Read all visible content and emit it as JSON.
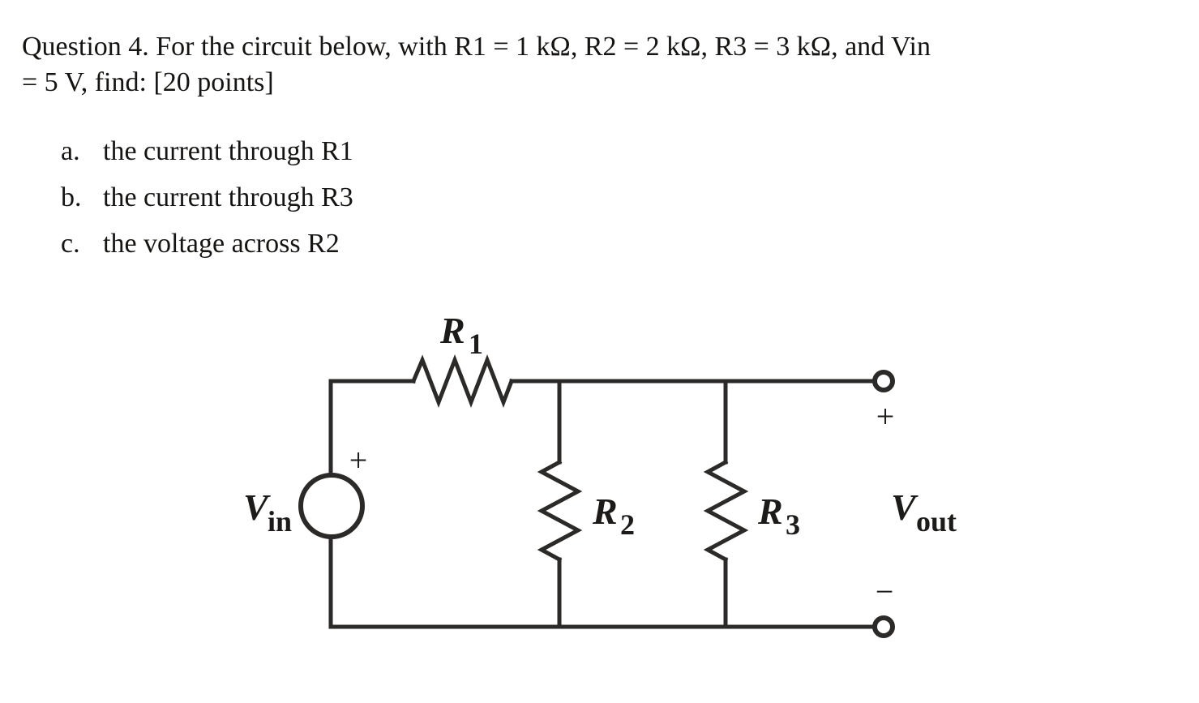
{
  "page": {
    "background": "#ffffff",
    "text_color": "#161412"
  },
  "question": {
    "line1": "Question 4. For the circuit below, with R1 = 1 kΩ, R2 = 2 kΩ, R3 = 3 kΩ, and Vin",
    "line2": "= 5 V, find: [20 points]"
  },
  "tasks": [
    {
      "marker": "a.",
      "text": "the current through R1"
    },
    {
      "marker": "b.",
      "text": "the current through R3"
    },
    {
      "marker": "c.",
      "text": "the voltage across R2"
    }
  ],
  "circuit": {
    "stroke_color": "#2c2a28",
    "label_color": "#1d1b19",
    "components": {
      "source": "Vin ideal voltage source",
      "r1": "series resistor on top rail",
      "r2": "shunt resistor, left parallel branch",
      "r3": "shunt resistor, right parallel branch",
      "output": "open-circuit terminals Vout"
    },
    "labels": {
      "r1": {
        "base": "R",
        "sub": "1"
      },
      "r2": {
        "base": "R",
        "sub": "2"
      },
      "r3": {
        "base": "R",
        "sub": "3"
      },
      "vin": {
        "base": "V",
        "sub": "in"
      },
      "vout": {
        "base": "V",
        "sub": "out"
      },
      "source_polarity": "+",
      "output_plus": "+",
      "output_minus": "−"
    }
  }
}
